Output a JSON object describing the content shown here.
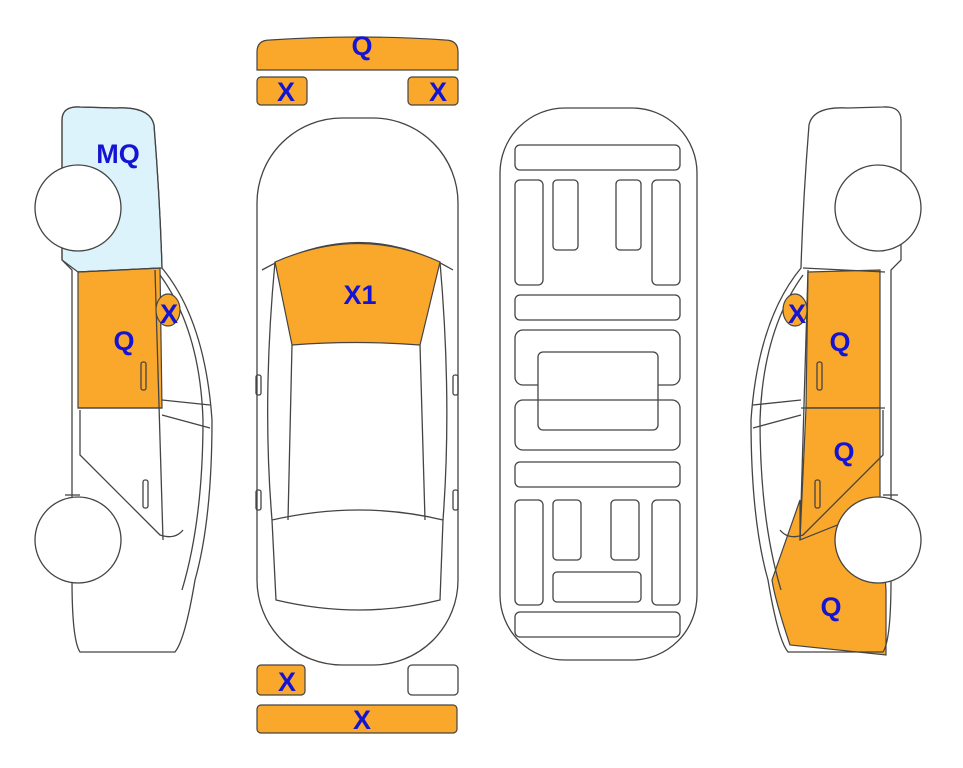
{
  "colors": {
    "damage": "#FAA82B",
    "glass_damage": "#DDF3FB",
    "label": "#1414D2",
    "outline": "#444444"
  },
  "parts": {
    "front_bumper": "Q",
    "front_left_corner": "X",
    "front_right_corner": "X",
    "windshield": "X1",
    "rear_left_corner": "X",
    "rear_right_corner": "",
    "rear_bumper": "X",
    "left_rear_quarter": "MQ",
    "left_front_door": "Q",
    "left_mirror": "X",
    "right_mirror": "X",
    "right_front_door": "Q",
    "right_rear_door": "Q",
    "right_rear_quarter": "Q"
  }
}
